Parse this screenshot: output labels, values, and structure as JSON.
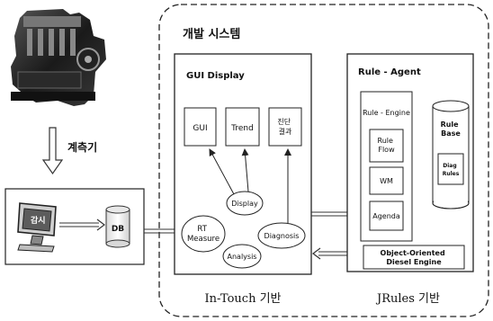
{
  "diagram": {
    "dev_system_title": "개발 시스템",
    "sensor_label": "계측기",
    "monitor_label": "감시",
    "db_label": "DB",
    "gui_display": {
      "title": "GUI Display",
      "boxes": [
        "GUI",
        "Trend",
        "진단\n결과"
      ],
      "ellipses": {
        "display": "Display",
        "rt_measure": "RT\nMeasure",
        "analysis": "Analysis",
        "diagnosis": "Diagnosis"
      },
      "footer": "In-Touch 기반"
    },
    "rule_agent": {
      "title": "Rule - Agent",
      "rule_engine": "Rule - Engine",
      "engine_items": [
        "Rule\nFlow",
        "WM",
        "Agenda"
      ],
      "rule_base": "Rule\nBase",
      "diag_rules": "Diag\nRules",
      "object_engine": "Object-Oriented\nDiesel Engine",
      "footer": "JRules 기반"
    }
  }
}
